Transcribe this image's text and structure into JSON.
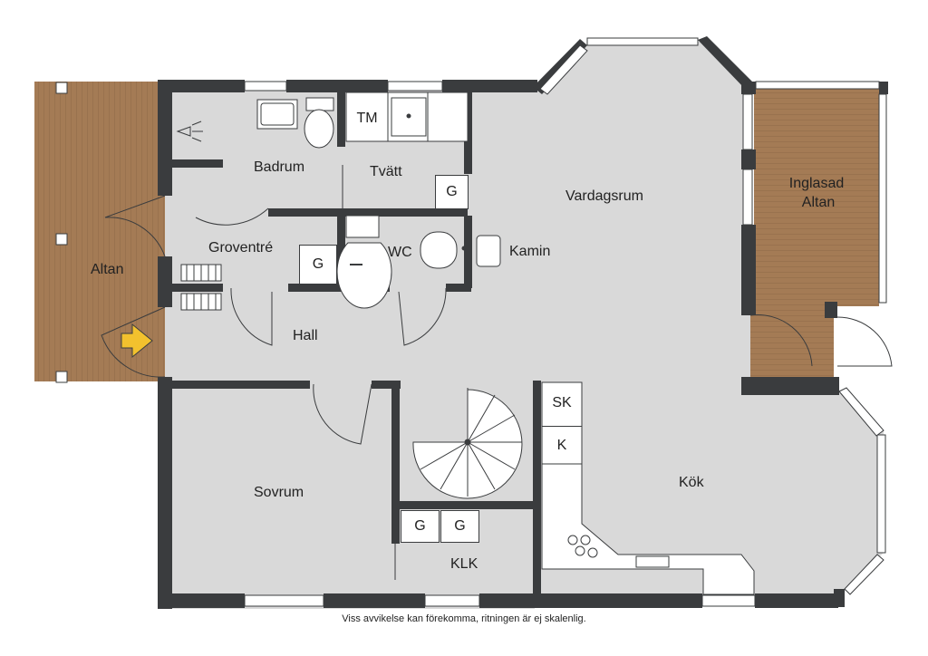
{
  "rooms": {
    "altan": "Altan",
    "badrum": "Badrum",
    "tvatt": "Tvätt",
    "groventre": "Groventré",
    "wc": "WC",
    "hall": "Hall",
    "vardagsrum": "Vardagsrum",
    "inglasad_line1": "Inglasad",
    "inglasad_line2": "Altan",
    "kamin": "Kamin",
    "sovrum": "Sovrum",
    "kok": "Kök",
    "klk": "KLK"
  },
  "fixtures": {
    "tm": "TM",
    "g_tvatt": "G",
    "g_groventre": "G",
    "sk": "SK",
    "k": "K",
    "g_klk1": "G",
    "g_klk2": "G"
  },
  "footer": {
    "disclaimer": "Viss avvikelse kan förekomma, ritningen är ej skalenlig."
  },
  "colors": {
    "wall": "#3a3c3e",
    "floor": "#d9d9d9",
    "deck": "#a47b55",
    "entry_arrow": "#f2c12e"
  }
}
